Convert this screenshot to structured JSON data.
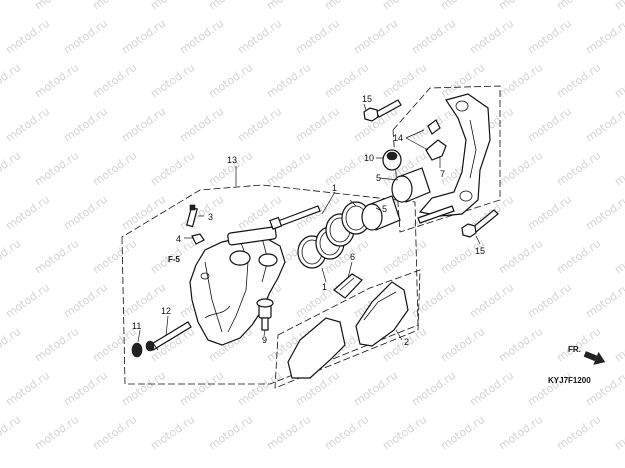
{
  "watermark": {
    "text": "motod.ru",
    "color": "#d4d4d4"
  },
  "diagram_code": "KYJ7F1200",
  "direction_marker": {
    "label": "FR.",
    "icon": "arrow-right-icon"
  },
  "reference_label": "F-5",
  "callouts": {
    "c1a": "1",
    "c1b": "1",
    "c2": "2",
    "c3": "3",
    "c4": "4",
    "c5a": "5",
    "c5b": "5",
    "c6": "6",
    "c7": "7",
    "c9": "9",
    "c10": "10",
    "c11": "11",
    "c12": "12",
    "c13": "13",
    "c14": "14",
    "c15a": "15",
    "c15b": "15"
  }
}
